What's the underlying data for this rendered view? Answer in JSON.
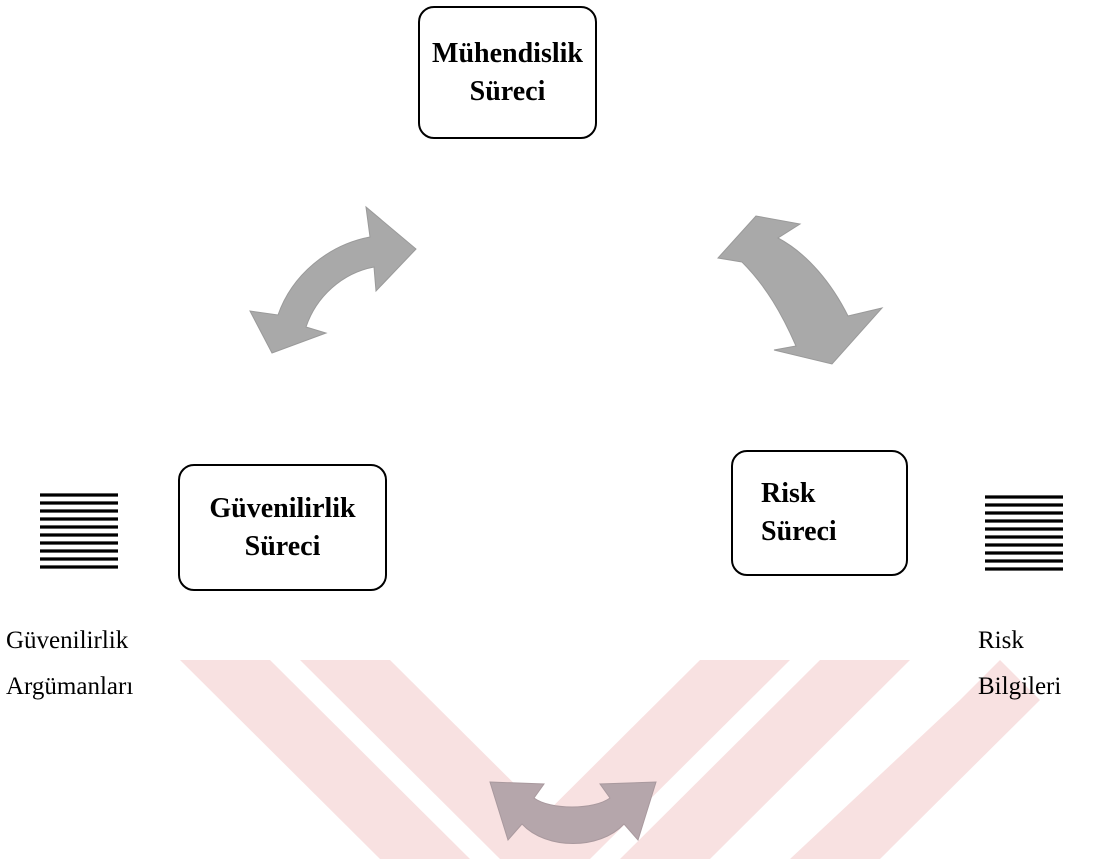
{
  "diagram": {
    "engineering_process": {
      "line1": "Mühendislik",
      "line2": "Süreci"
    },
    "reliability_process": {
      "line1": "Güvenilirlik",
      "line2": "Süreci"
    },
    "risk_process": {
      "line1": "Risk",
      "line2": "Süreci"
    },
    "reliability_arguments": {
      "line1": "Güvenilirlik",
      "line2": "Argümanları"
    },
    "risk_information": {
      "line1": "Risk",
      "line2": "Bilgileri"
    }
  },
  "colors": {
    "arrow_fill": "#a9a9a9",
    "arrow_fill_bottom": "#b5a6ab",
    "watermark": "#f7dcdc",
    "box_border": "#000000"
  },
  "icons": {
    "document_left": "document-lines-icon",
    "document_right": "document-lines-icon",
    "arrow_top_left": "double-curved-arrow-icon",
    "arrow_top_right": "double-curved-arrow-icon",
    "arrow_bottom": "double-curved-arrow-icon"
  }
}
